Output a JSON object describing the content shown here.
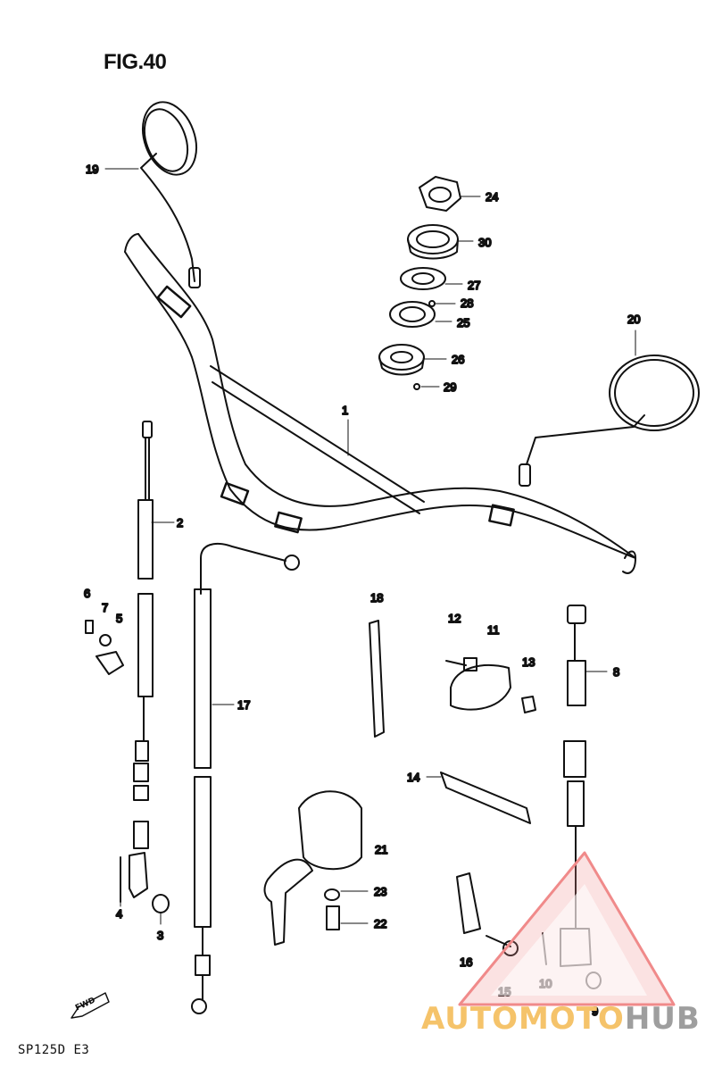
{
  "figure": {
    "title": "FIG.40",
    "model_code": "SP125D E3",
    "direction_label": "FWD"
  },
  "callouts": [
    {
      "id": "c1",
      "label": "1"
    },
    {
      "id": "c2",
      "label": "2"
    },
    {
      "id": "c4",
      "label": "4"
    },
    {
      "id": "c3",
      "label": "3"
    },
    {
      "id": "c5",
      "label": "5"
    },
    {
      "id": "c6",
      "label": "6"
    },
    {
      "id": "c7",
      "label": "7"
    },
    {
      "id": "c8",
      "label": "8"
    },
    {
      "id": "c9",
      "label": "9"
    },
    {
      "id": "c10",
      "label": "10"
    },
    {
      "id": "c11",
      "label": "11"
    },
    {
      "id": "c12",
      "label": "12"
    },
    {
      "id": "c13",
      "label": "13"
    },
    {
      "id": "c14",
      "label": "14"
    },
    {
      "id": "c15",
      "label": "15"
    },
    {
      "id": "c16",
      "label": "16"
    },
    {
      "id": "c17",
      "label": "17"
    },
    {
      "id": "c18",
      "label": "18"
    },
    {
      "id": "c19",
      "label": "19"
    },
    {
      "id": "c20",
      "label": "20"
    },
    {
      "id": "c21",
      "label": "21"
    },
    {
      "id": "c22",
      "label": "22"
    },
    {
      "id": "c23",
      "label": "23"
    },
    {
      "id": "c24",
      "label": "24"
    },
    {
      "id": "c25",
      "label": "25"
    },
    {
      "id": "c26",
      "label": "26"
    },
    {
      "id": "c27",
      "label": "27"
    },
    {
      "id": "c28",
      "label": "28"
    },
    {
      "id": "c29",
      "label": "29"
    },
    {
      "id": "c30",
      "label": "30"
    }
  ],
  "watermark": {
    "part_a": "AUTOMOTO",
    "part_b": "HUB",
    "color_a": "#f5c36a",
    "color_b": "#9e9e9e",
    "triangle_color": "#f08a8a"
  }
}
